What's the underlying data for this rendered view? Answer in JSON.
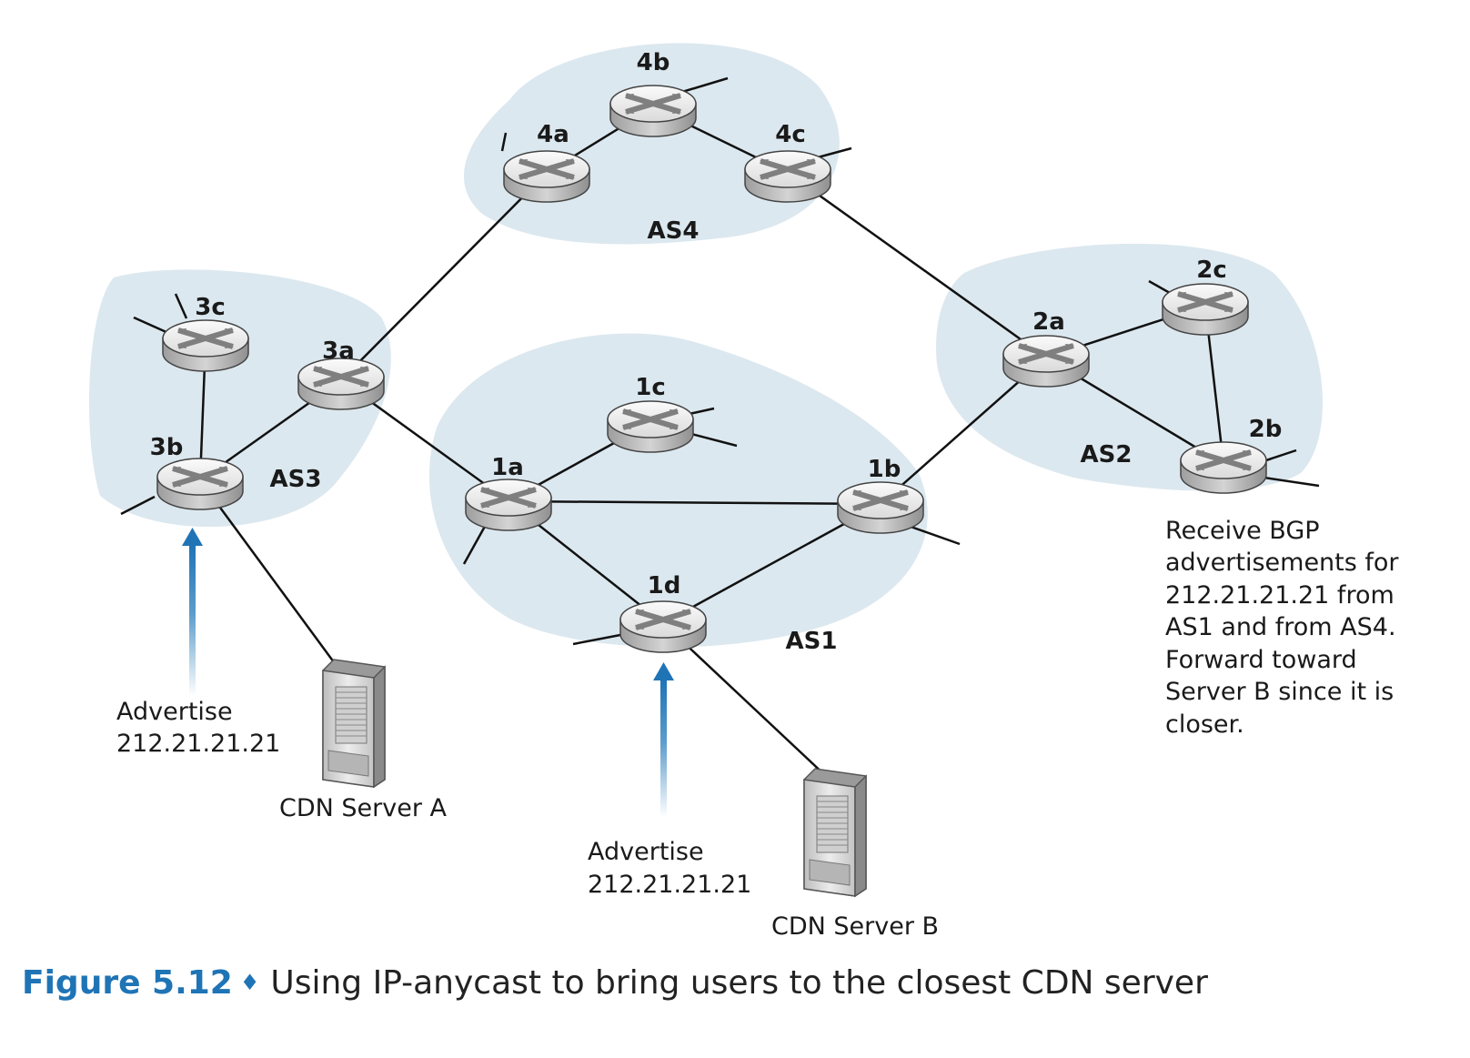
{
  "routers": {
    "r4a": "4a",
    "r4b": "4b",
    "r4c": "4c",
    "r3a": "3a",
    "r3b": "3b",
    "r3c": "3c",
    "r1a": "1a",
    "r1b": "1b",
    "r1c": "1c",
    "r1d": "1d",
    "r2a": "2a",
    "r2b": "2b",
    "r2c": "2c"
  },
  "as_labels": {
    "as1": "AS1",
    "as2": "AS2",
    "as3": "AS3",
    "as4": "AS4"
  },
  "advertise_a": [
    "Advertise",
    "212.21.21.21"
  ],
  "advertise_b": [
    "Advertise",
    "212.21.21.21"
  ],
  "server_a": "CDN Server A",
  "server_b": "CDN Server B",
  "note": [
    "Receive BGP",
    "advertisements for",
    "212.21.21.21 from",
    "AS1 and from AS4.",
    "Forward toward",
    "Server B since it is",
    "closer."
  ],
  "caption": {
    "figure": "Figure 5.12",
    "separator": "♦",
    "text": "Using IP-anycast to bring users to the closest CDN server"
  },
  "colors": {
    "as_region": "#dce8ef",
    "arrow": "#1f74b6",
    "router_top": "#eeeeee",
    "router_side": "#bdbdbd"
  }
}
